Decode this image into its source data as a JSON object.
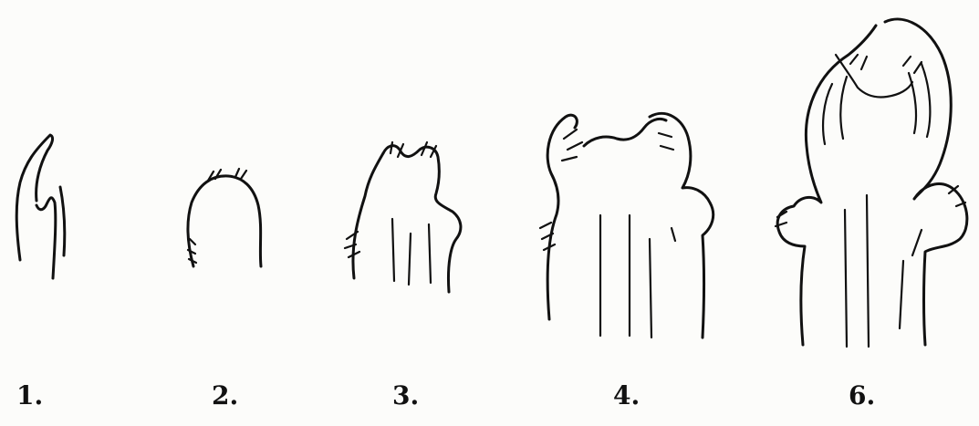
{
  "figure": {
    "stages": [
      {
        "label": "1."
      },
      {
        "label": "2."
      },
      {
        "label": "3."
      },
      {
        "label": "4."
      },
      {
        "label": "6."
      }
    ]
  },
  "colors": {
    "ink": "#111111",
    "paper": "#fcfcfa"
  }
}
